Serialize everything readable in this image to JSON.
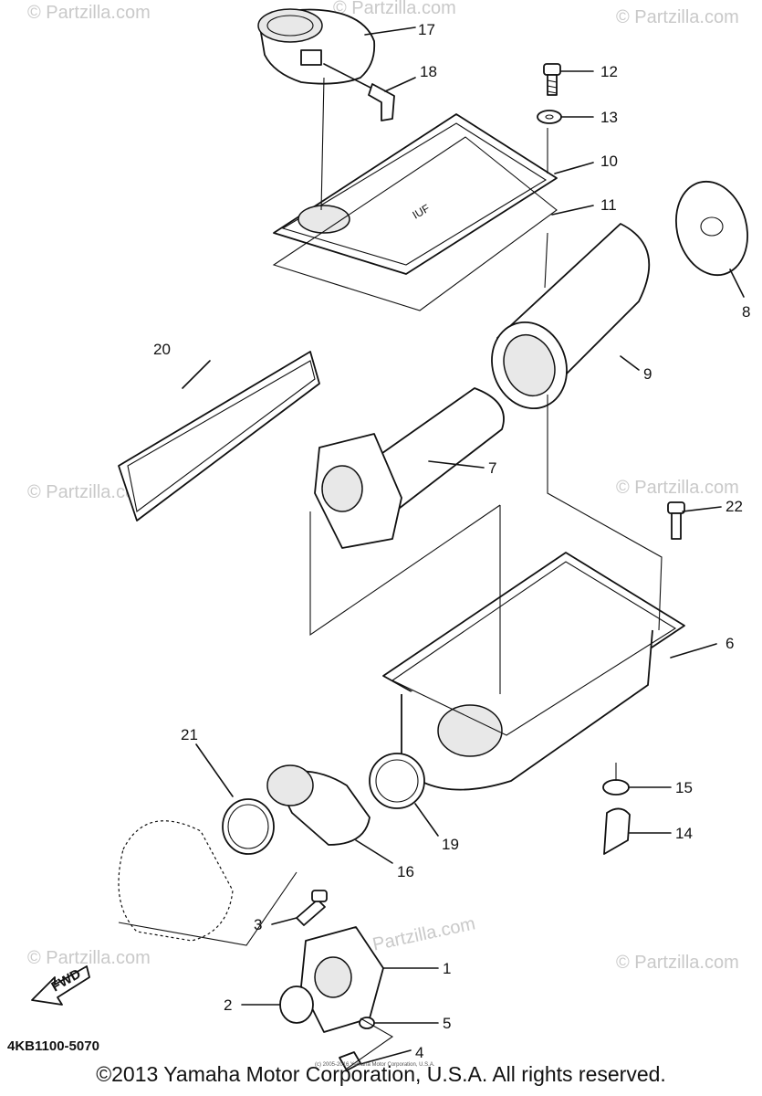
{
  "diagram": {
    "callouts": {
      "p1": "1",
      "p2": "2",
      "p3": "3",
      "p4": "4",
      "p5": "5",
      "p6": "6",
      "p7": "7",
      "p8": "8",
      "p9": "9",
      "p10": "10",
      "p11": "11",
      "p12": "12",
      "p13": "13",
      "p14": "14",
      "p15": "15",
      "p16": "16",
      "p17": "17",
      "p18": "18",
      "p19": "19",
      "p20": "20",
      "p21": "21",
      "p22": "22"
    },
    "part_code": "4KB1100-5070",
    "fwd_label": "FWD",
    "watermark": "© Partzilla.com",
    "small_notice": "(c) 2005-2016 Yamaha Motor Corporation, U.S.A.",
    "copyright": "©2013 Yamaha Motor Corporation, U.S.A. All rights reserved."
  },
  "colors": {
    "ink": "#111111",
    "watermark": "#c9c9c9",
    "background": "#ffffff"
  }
}
